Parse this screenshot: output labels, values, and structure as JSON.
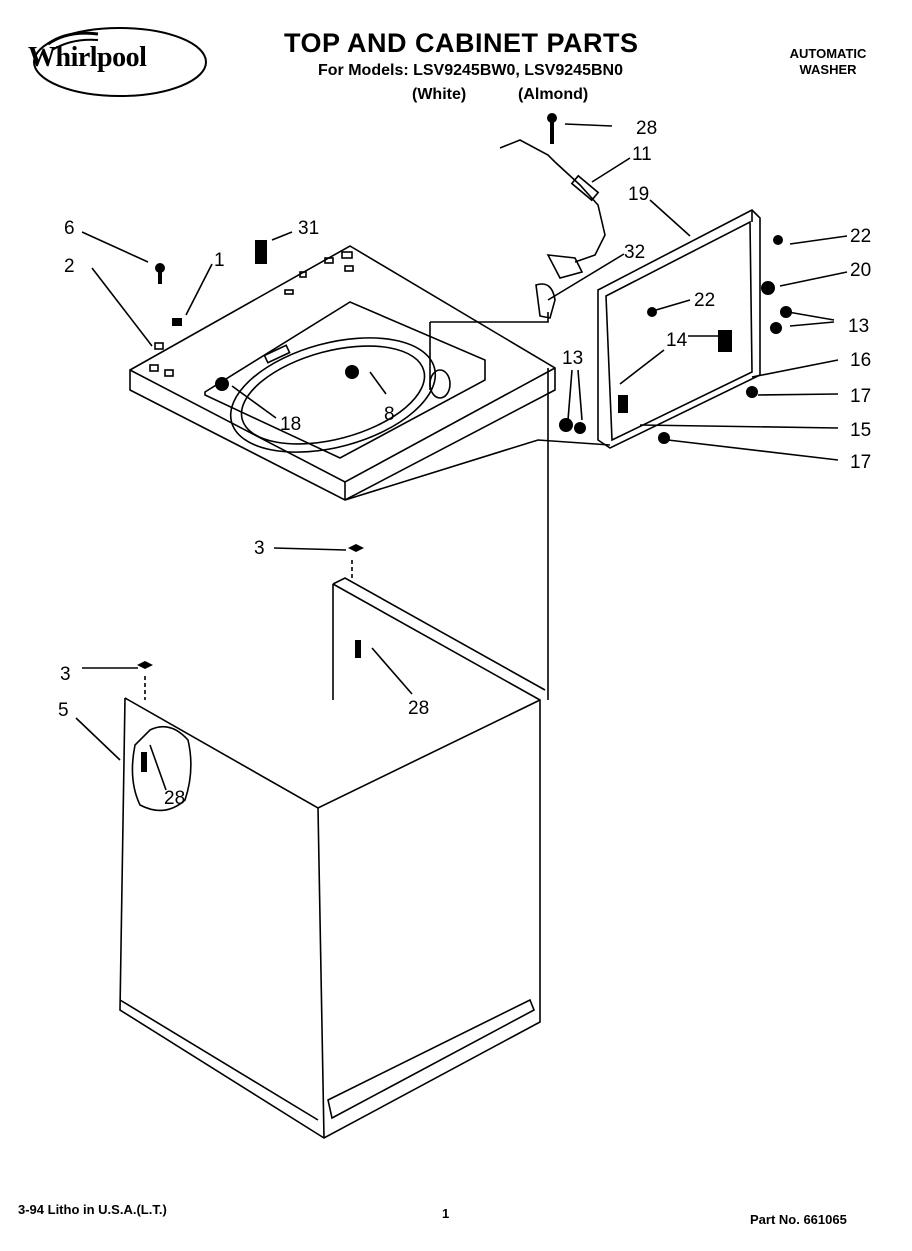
{
  "brand": {
    "name": "Whirlpool"
  },
  "header": {
    "title": "TOP AND CABINET PARTS",
    "models_line": "For Models: LSV9245BW0, LSV9245BN0",
    "variant_white": "(White)",
    "variant_almond": "(Almond)",
    "product_line1": "AUTOMATIC",
    "product_line2": "WASHER"
  },
  "callouts": {
    "c28_top": "28",
    "c11": "11",
    "c19": "19",
    "c6": "6",
    "c31": "31",
    "c32": "32",
    "c22_a": "22",
    "c20": "20",
    "c2": "2",
    "c1": "1",
    "c22_b": "22",
    "c13_a": "13",
    "c14": "14",
    "c16": "16",
    "c13_b": "13",
    "c8": "8",
    "c17_a": "17",
    "c18": "18",
    "c15": "15",
    "c17_b": "17",
    "c3_a": "3",
    "c28_mid": "28",
    "c3_b": "3",
    "c5": "5",
    "c28_low": "28"
  },
  "footer": {
    "litho": "3-94 Litho in U.S.A.(L.T.)",
    "page": "1",
    "part_no": "Part No. 661065"
  }
}
